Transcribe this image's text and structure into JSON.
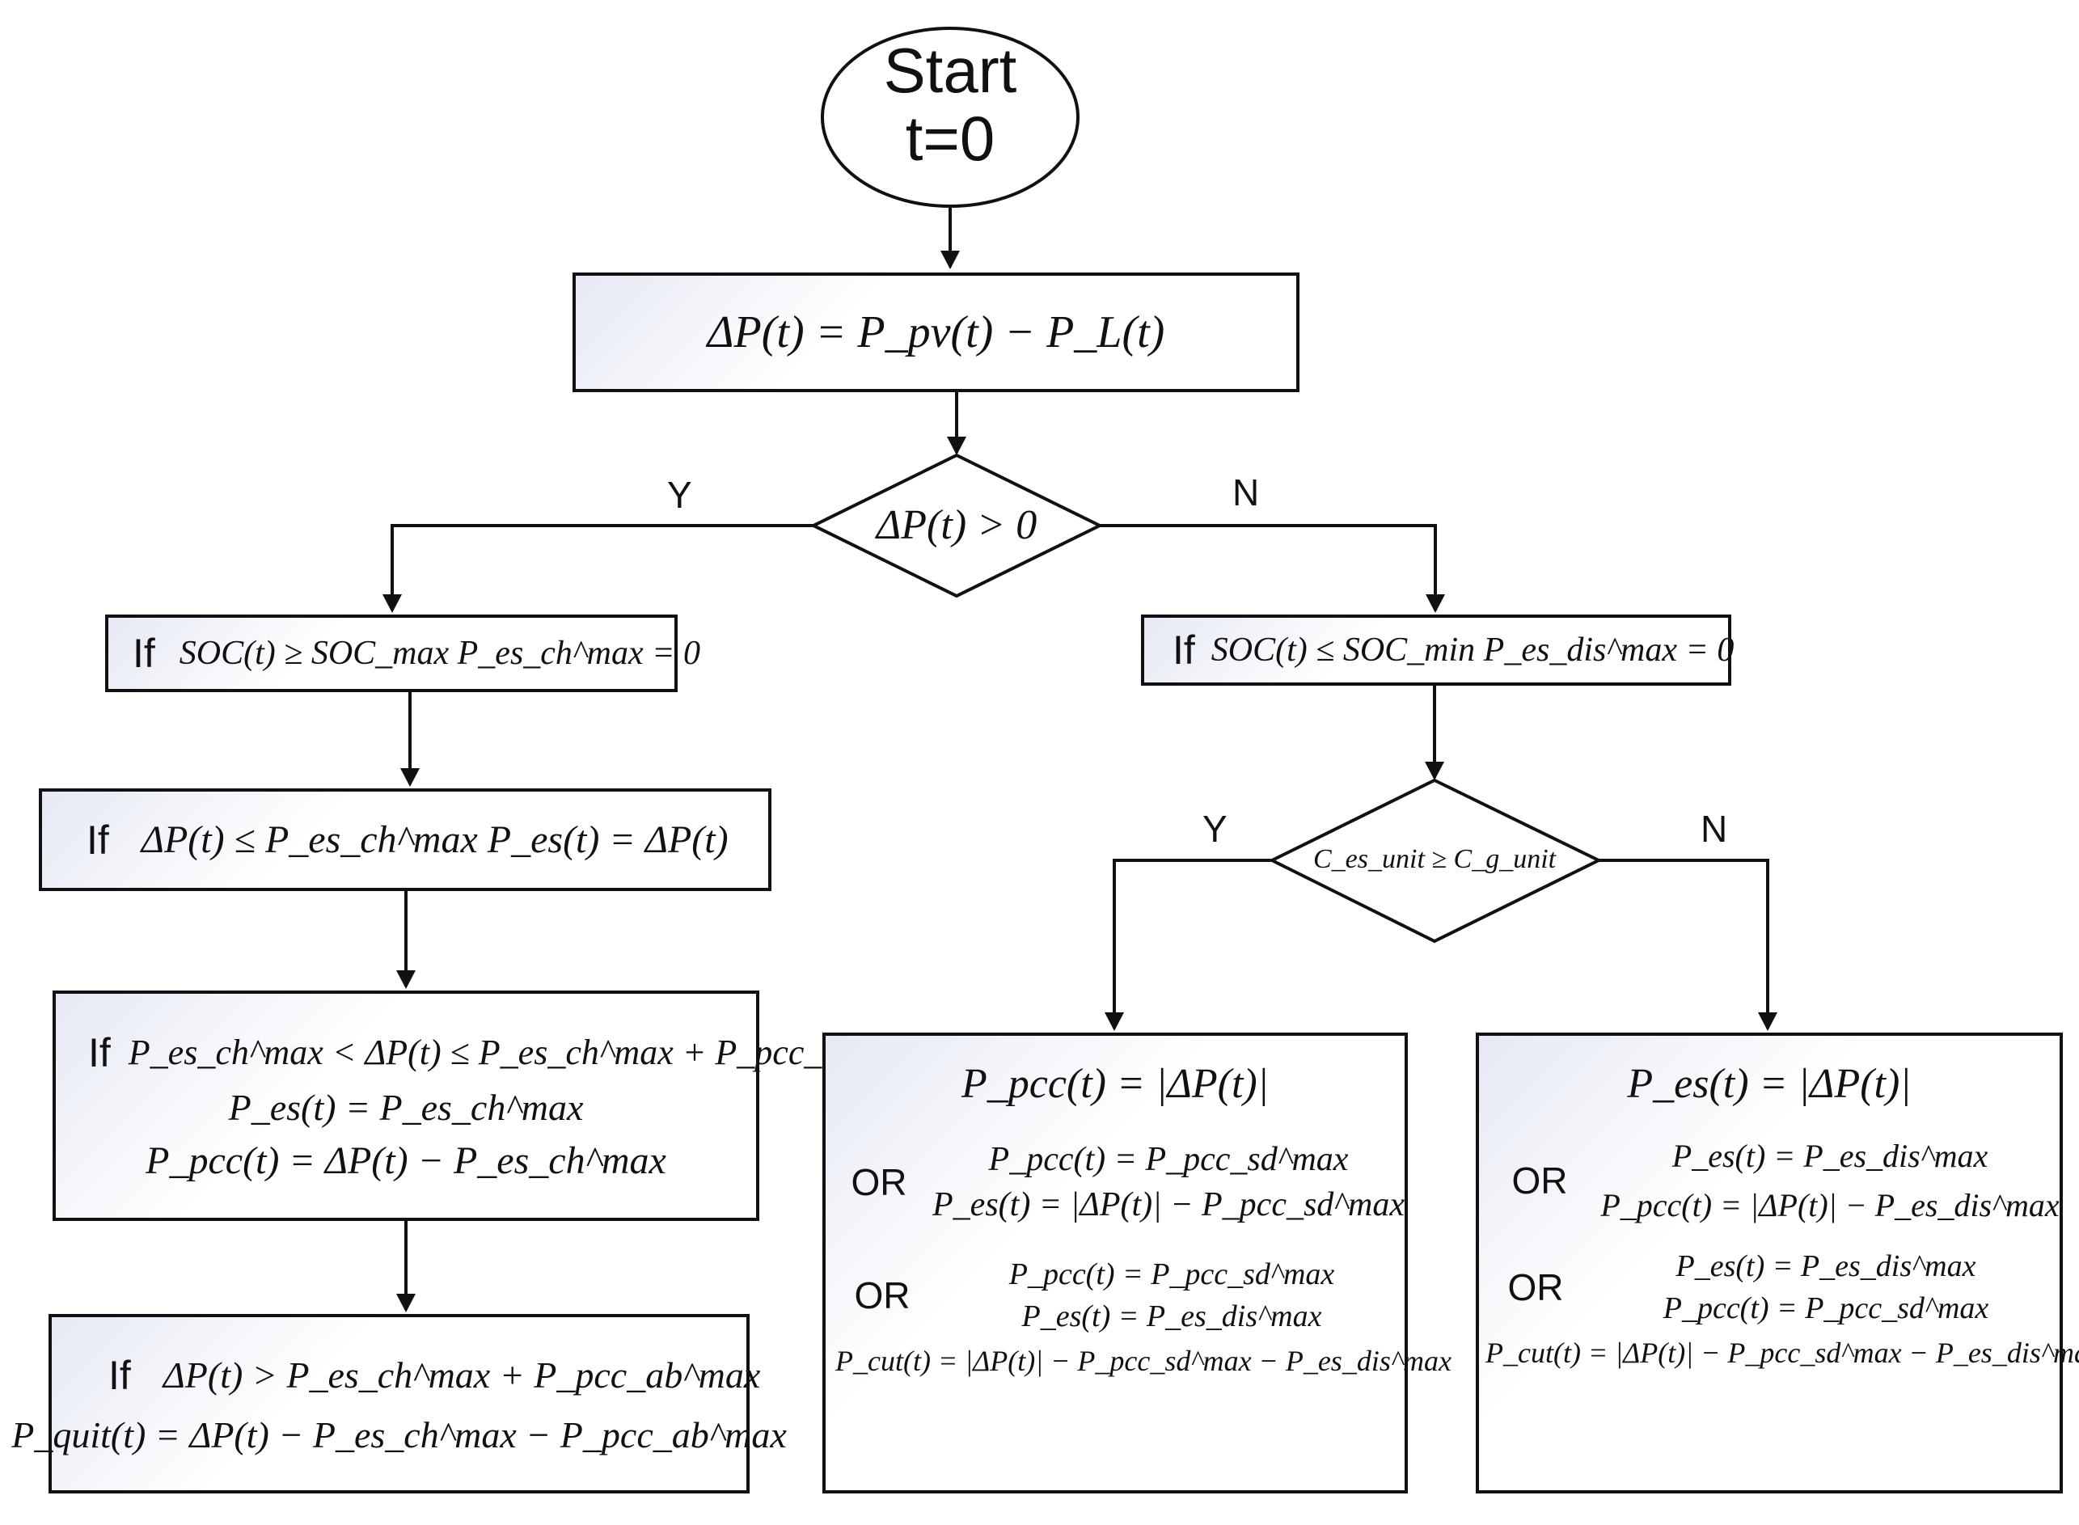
{
  "start": {
    "line1": "Start",
    "line2": "t=0"
  },
  "power_balance": {
    "formula": "ΔP(t) = P_pv(t) − P_L(t)"
  },
  "decision_main": {
    "formula": "ΔP(t) > 0",
    "yes": "Y",
    "no": "N"
  },
  "left_branch": {
    "soc_check": {
      "if": "If",
      "formula": "SOC(t) ≥ SOC_max  P_es_ch^max = 0"
    },
    "charge_check": {
      "if": "If",
      "formula": "ΔP(t) ≤ P_es_ch^max  P_es(t) = ΔP(t)"
    },
    "charge_pcc": {
      "if": "If",
      "condition": "P_es_ch^max < ΔP(t) ≤ P_es_ch^max + P_pcc_ab^max",
      "line2": "P_es(t) = P_es_ch^max",
      "line3": "P_pcc(t) = ΔP(t) − P_es_ch^max"
    },
    "quit": {
      "if": "If",
      "condition": "ΔP(t) > P_es_ch^max + P_pcc_ab^max",
      "line2": "P_quit(t) = ΔP(t) − P_es_ch^max − P_pcc_ab^max"
    }
  },
  "right_branch": {
    "soc_check": {
      "if": "If",
      "formula": "SOC(t) ≤ SOC_min  P_es_dis^max = 0"
    },
    "decision_cost": {
      "formula": "C_es_unit ≥ C_g_unit",
      "yes": "Y",
      "no": "N"
    },
    "grid_box": {
      "line1": "P_pcc(t) = |ΔP(t)|",
      "or1": "OR",
      "or1_line1": "P_pcc(t) = P_pcc_sd^max",
      "or1_line2": "P_es(t) = |ΔP(t)| − P_pcc_sd^max",
      "or2": "OR",
      "or2_line1": "P_pcc(t) = P_pcc_sd^max",
      "or2_line2": "P_es(t) = P_es_dis^max",
      "or2_line3": "P_cut(t) = |ΔP(t)| − P_pcc_sd^max − P_es_dis^max"
    },
    "storage_box": {
      "line1": "P_es(t) = |ΔP(t)|",
      "or1": "OR",
      "or1_line1": "P_es(t) = P_es_dis^max",
      "or1_line2": "P_pcc(t) = |ΔP(t)| − P_es_dis^max",
      "or2": "OR",
      "or2_line1": "P_es(t) = P_es_dis^max",
      "or2_line2": "P_pcc(t) = P_pcc_sd^max",
      "or2_line3": "P_cut(t) = |ΔP(t)| − P_pcc_sd^max − P_es_dis^max"
    }
  }
}
